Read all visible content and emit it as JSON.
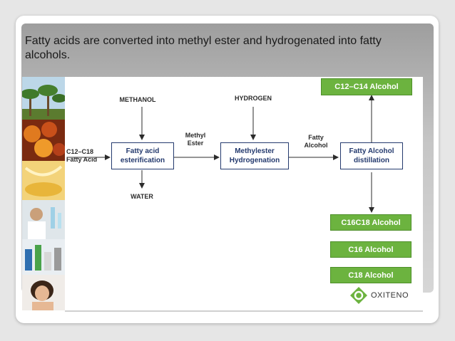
{
  "slide": {
    "title": "Fatty acids are converted into methyl ester and hydrogenated into fatty alcohols."
  },
  "diagram": {
    "inputs": {
      "feed": "C12–C18 Fatty Acid",
      "methanol": "METHANOL",
      "hydrogen": "HYDROGEN",
      "water": "WATER"
    },
    "flows": {
      "methyl_ester": "Methyl Ester",
      "fatty_alcohol": "Fatty Alcohol"
    },
    "process_boxes": [
      "Fatty acid esterification",
      "Methylester Hydrogenation",
      "Fatty Alcohol distillation"
    ],
    "products": [
      "C12–C14 Alcohol",
      "C16C18  Alcohol",
      "C16 Alcohol",
      "C18  Alcohol"
    ],
    "colors": {
      "box_border": "#243a6e",
      "product_fill": "#6cb33f"
    }
  },
  "photos": [
    "palm-trees-photo",
    "palm-fruit-photo",
    "oil-photo",
    "lab-scientist-photo",
    "lab-bottles-photo",
    "woman-hair-photo"
  ],
  "logo": {
    "name": "OXITENO"
  }
}
